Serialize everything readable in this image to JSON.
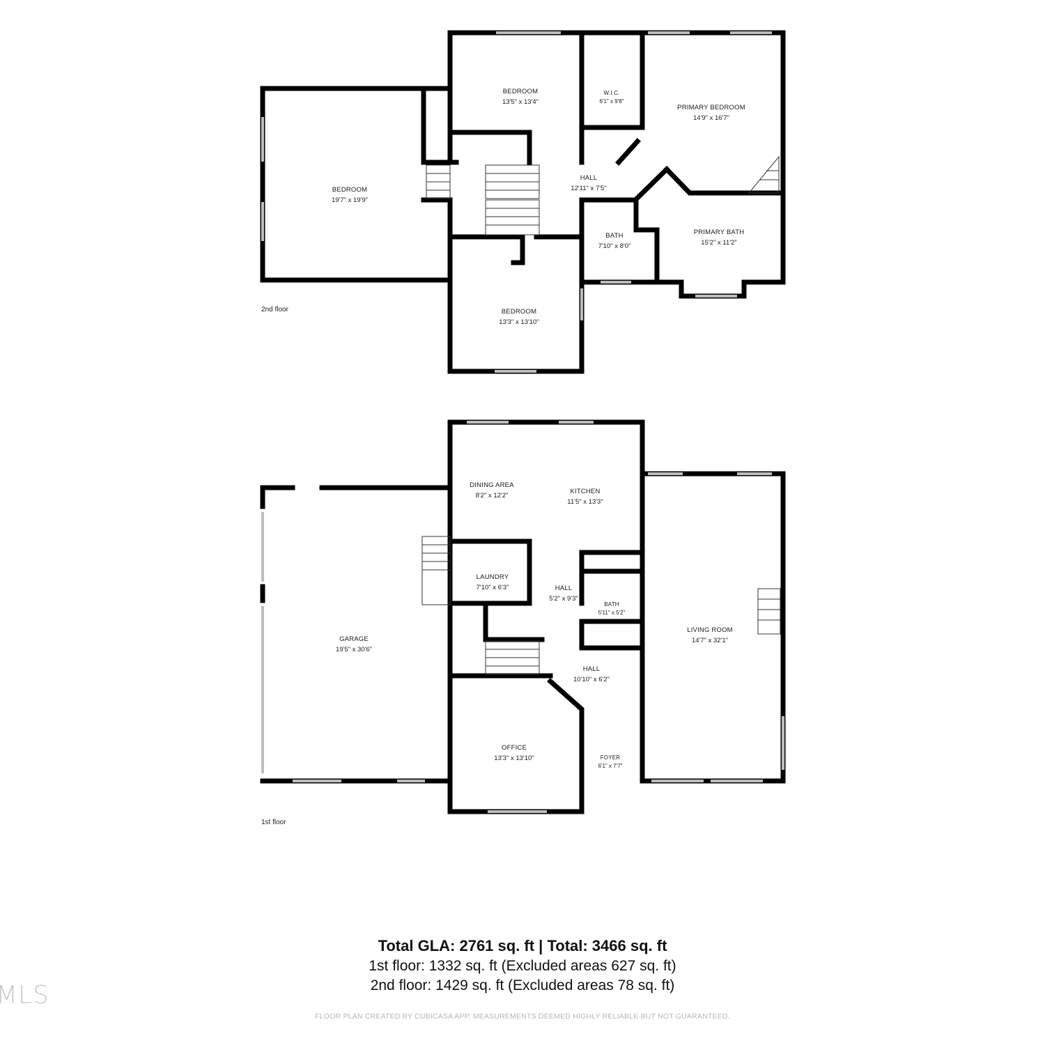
{
  "floors": {
    "second": {
      "label": "2nd floor",
      "rooms": {
        "bedroom_nw": {
          "name": "BEDROOM",
          "dims": "13'5\" x 13'4\""
        },
        "wic": {
          "name": "W.I.C.",
          "dims": "6'1\" x 9'8\""
        },
        "primary_bedroom": {
          "name": "PRIMARY BEDROOM",
          "dims": "14'9\" x 16'7\""
        },
        "bedroom_west": {
          "name": "BEDROOM",
          "dims": "19'7\" x 19'9\""
        },
        "hall": {
          "name": "HALL",
          "dims": "12'11\" x 7'5\""
        },
        "bath": {
          "name": "BATH",
          "dims": "7'10\" x 8'0\""
        },
        "primary_bath": {
          "name": "PRIMARY BATH",
          "dims": "15'2\" x 11'2\""
        },
        "bedroom_south": {
          "name": "BEDROOM",
          "dims": "13'3\" x 13'10\""
        }
      }
    },
    "first": {
      "label": "1st floor",
      "rooms": {
        "dining_area": {
          "name": "DINING AREA",
          "dims": "8'2\" x 12'2\""
        },
        "kitchen": {
          "name": "KITCHEN",
          "dims": "11'5\" x 13'3\""
        },
        "laundry": {
          "name": "LAUNDRY",
          "dims": "7'10\" x 6'3\""
        },
        "hall_upper": {
          "name": "HALL",
          "dims": "5'2\" x 9'3\""
        },
        "bath": {
          "name": "BATH",
          "dims": "5'11\" x 5'2\""
        },
        "garage": {
          "name": "GARAGE",
          "dims": "19'5\" x 30'6\""
        },
        "living_room": {
          "name": "LIVING ROOM",
          "dims": "14'7\" x 32'1\""
        },
        "hall_lower": {
          "name": "HALL",
          "dims": "10'10\" x 6'2\""
        },
        "office": {
          "name": "OFFICE",
          "dims": "13'3\" x 13'10\""
        },
        "foyer": {
          "name": "FOYER",
          "dims": "6'1\" x 7'7\""
        }
      }
    }
  },
  "totals": {
    "headline": "Total GLA: 2761 sq. ft | Total: 3466 sq. ft",
    "first_floor": "1st floor: 1332 sq. ft (Excluded areas 627 sq. ft)",
    "second_floor": "2nd floor: 1429 sq. ft (Excluded areas 78 sq. ft)"
  },
  "disclaimer": "FLOOR PLAN CREATED BY CUBICASA APP. MEASUREMENTS DEEMED HIGHLY RELIABLE BUT NOT GUARANTEED.",
  "watermark": "MLS",
  "colors": {
    "wall": "#000000",
    "window": "#bfbfbf",
    "background": "#ffffff"
  }
}
